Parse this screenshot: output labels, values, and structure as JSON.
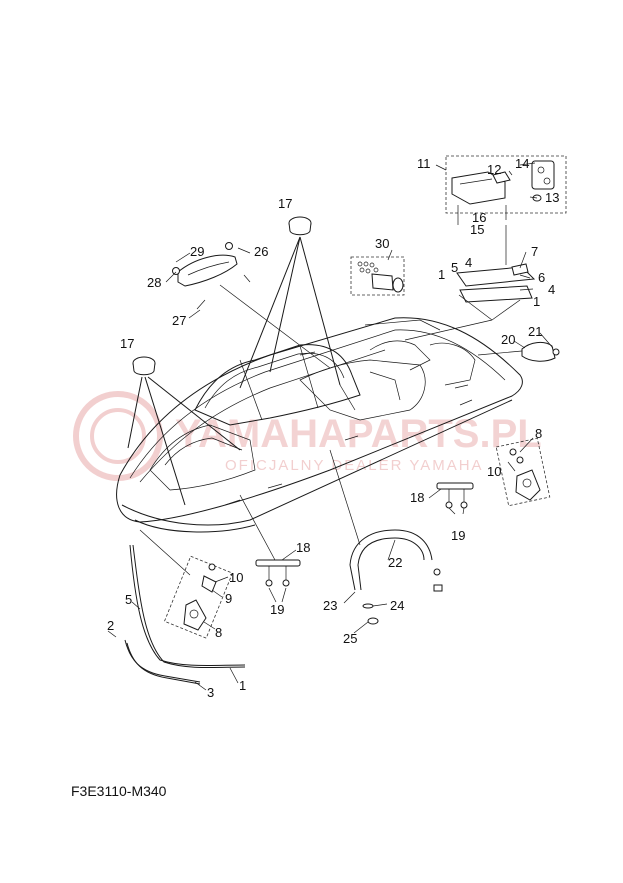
{
  "diagram": {
    "code": "F3E3110-M340",
    "watermark": {
      "brand": "YAMAHAPARTS.PL",
      "tagline": "OFICJALNY DEALER YAMAHA"
    },
    "callouts": {
      "c1a": "1",
      "c1b": "1",
      "c1c": "1",
      "c2": "2",
      "c3": "3",
      "c4a": "4",
      "c4b": "4",
      "c5a": "5",
      "c5b": "5",
      "c6": "6",
      "c7": "7",
      "c8a": "8",
      "c8b": "8",
      "c9": "9",
      "c10a": "10",
      "c10b": "10",
      "c11": "11",
      "c12": "12",
      "c13": "13",
      "c14": "14",
      "c15": "15",
      "c16": "16",
      "c17a": "17",
      "c17b": "17",
      "c18a": "18",
      "c18b": "18",
      "c19a": "19",
      "c19b": "19",
      "c20": "20",
      "c21": "21",
      "c22": "22",
      "c23": "23",
      "c24": "24",
      "c25": "25",
      "c26": "26",
      "c27": "27",
      "c28": "28",
      "c29": "29",
      "c30": "30"
    }
  }
}
